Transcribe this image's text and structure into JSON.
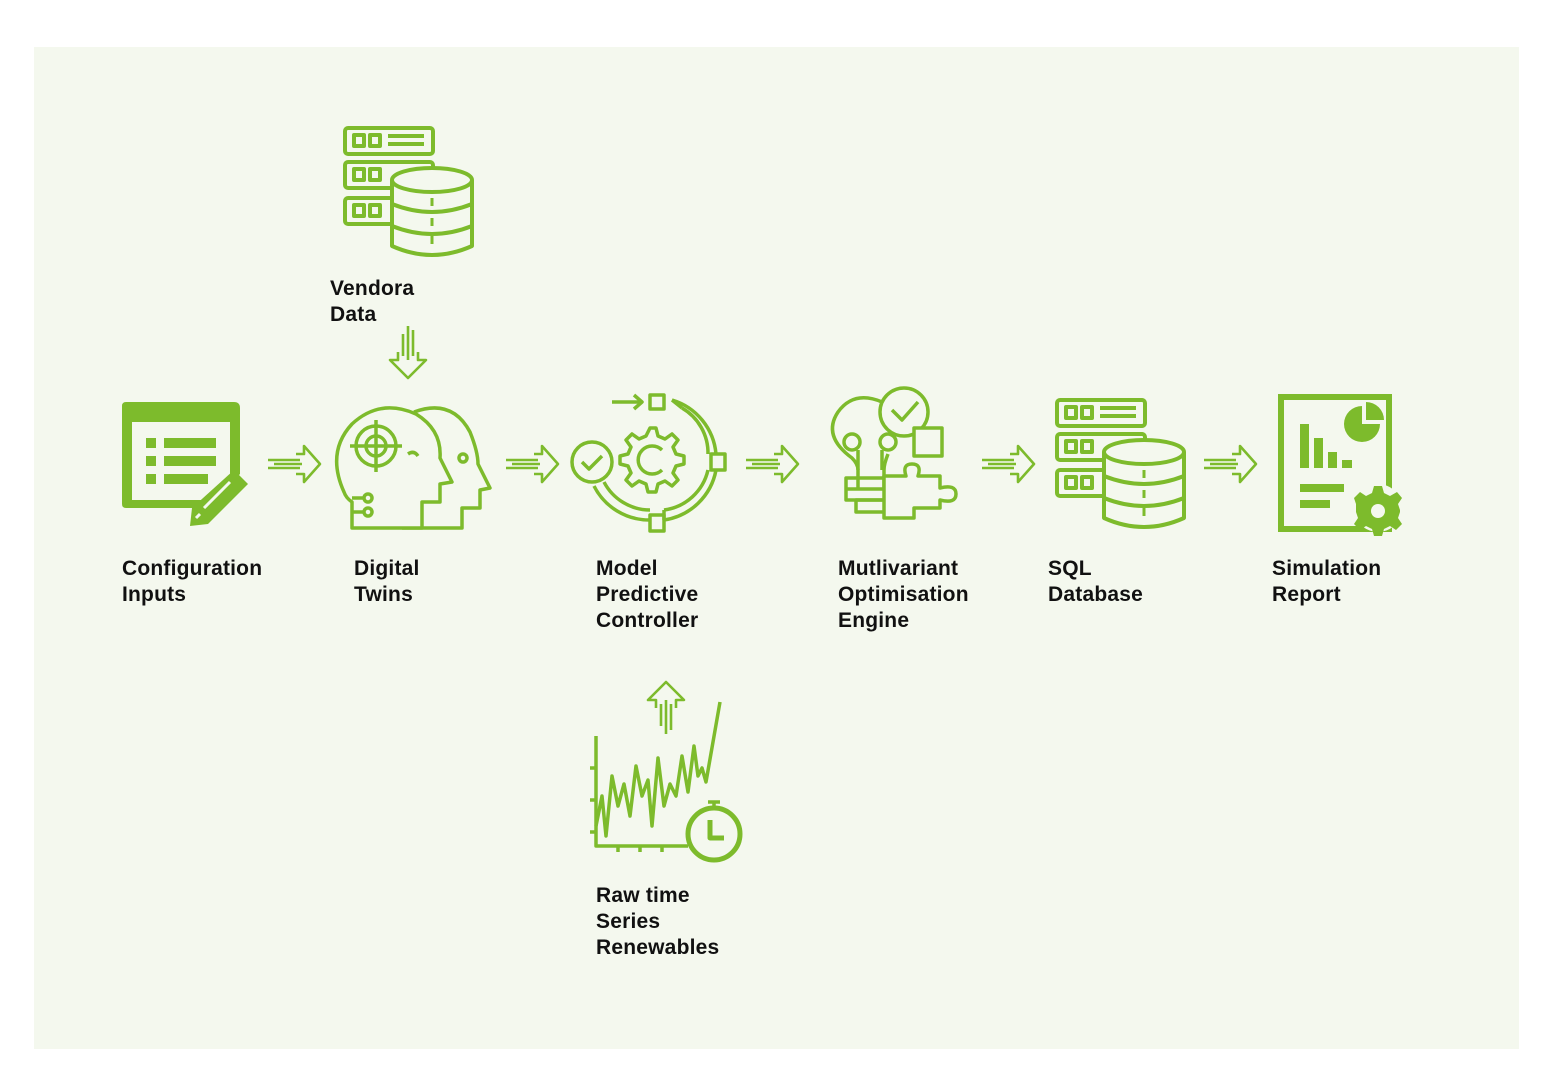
{
  "theme": {
    "accent": "#7dbb2c",
    "text": "#111111",
    "background": "#f4f8ee"
  },
  "nodes": {
    "vendora": {
      "label": "Vendora Data",
      "icon": "server-database-icon"
    },
    "config": {
      "label": "Configuration\nInputs",
      "icon": "form-edit-icon"
    },
    "twins": {
      "label": "Digital\nTwins",
      "icon": "two-heads-target-icon"
    },
    "mpc": {
      "label": "Model\nPredictive\nController",
      "icon": "gear-cycle-icon"
    },
    "engine": {
      "label": "Mutlivariant\nOptimisation\nEngine",
      "icon": "bulb-puzzle-check-icon"
    },
    "sql": {
      "label": "SQL\nDatabase",
      "icon": "server-database-icon"
    },
    "report": {
      "label": "Simulation\nReport",
      "icon": "report-chart-gear-icon"
    },
    "raw": {
      "label": "Raw time\nSeries\nRenewables",
      "icon": "timeseries-clock-icon"
    }
  }
}
